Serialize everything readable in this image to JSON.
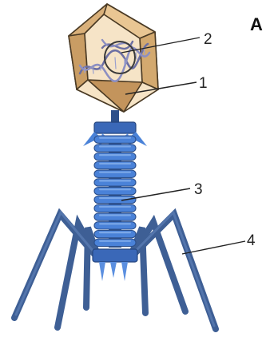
{
  "figure": {
    "panel_letter": "A",
    "labels": [
      {
        "id": "dna",
        "text": "2"
      },
      {
        "id": "capsid",
        "text": "1"
      },
      {
        "id": "tail-sheath",
        "text": "3"
      },
      {
        "id": "tail-fibers",
        "text": "4"
      }
    ]
  },
  "colors": {
    "capsid_light": "#f3d9b2",
    "capsid_dark": "#c99d64",
    "capsid_edge": "#4a3a24",
    "dna": "#6c6fa3",
    "tail": "#4a82d8",
    "tail_dark": "#2c4f8a",
    "legs": "#3e5f95"
  }
}
